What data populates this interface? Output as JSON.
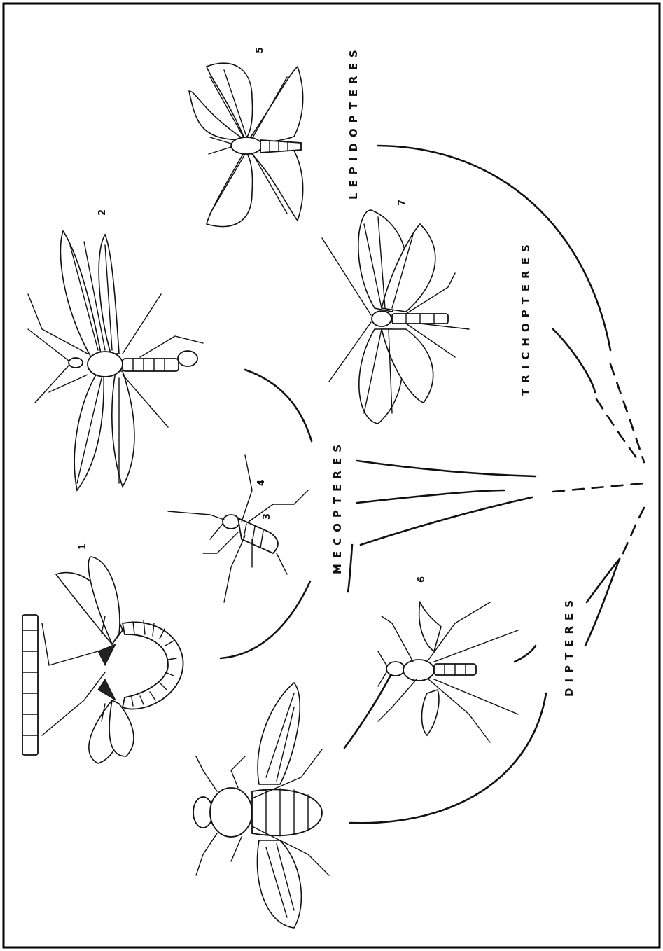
{
  "labels": {
    "lepidopteres": "LEPIDOPTERES",
    "trichopteres": "TRICHOPTERES",
    "mecopteres": "MECOPTERES",
    "dipteres": "DIPTERES"
  },
  "numbers": {
    "n1": "1",
    "n2": "2",
    "n3": "3",
    "n4": "4",
    "n5": "5",
    "n6": "6",
    "n7": "7"
  }
}
